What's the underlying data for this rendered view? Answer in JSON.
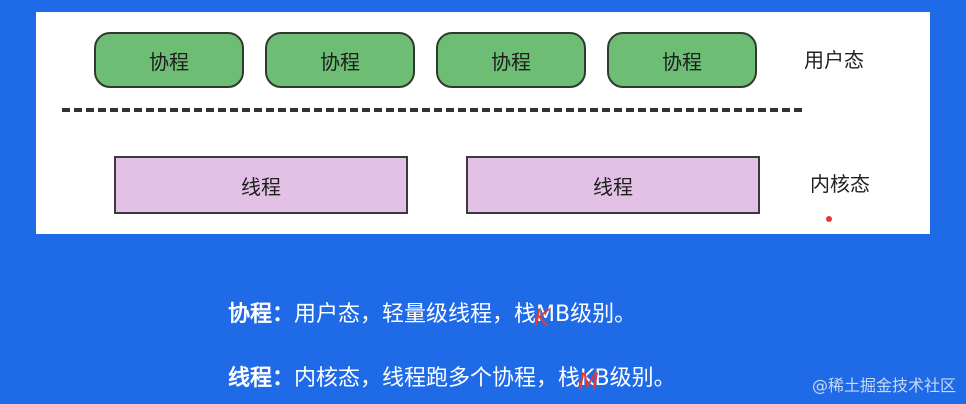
{
  "diagram": {
    "coroutines": [
      "协程",
      "协程",
      "协程",
      "协程"
    ],
    "threads": [
      "线程",
      "线程"
    ],
    "user_layer_label": "用户态",
    "kernel_layer_label": "内核态"
  },
  "descriptions": [
    {
      "term": "协程",
      "colon": "：",
      "text_before": "用户态，轻量级线程，栈",
      "mark": "K",
      "text_after": "B级别。",
      "struck": "M"
    },
    {
      "term": "线程",
      "colon": "：",
      "text_before": "内核态，线程跑多个协程，栈",
      "mark": "M",
      "text_after": "B级别。",
      "struck": "K"
    }
  ],
  "watermark": "@稀土掘金技术社区",
  "colors": {
    "background": "#1f6ae6",
    "coroutine_fill": "#6dbd74",
    "thread_fill": "#e3c1e6",
    "annotation_red": "#e53935"
  }
}
